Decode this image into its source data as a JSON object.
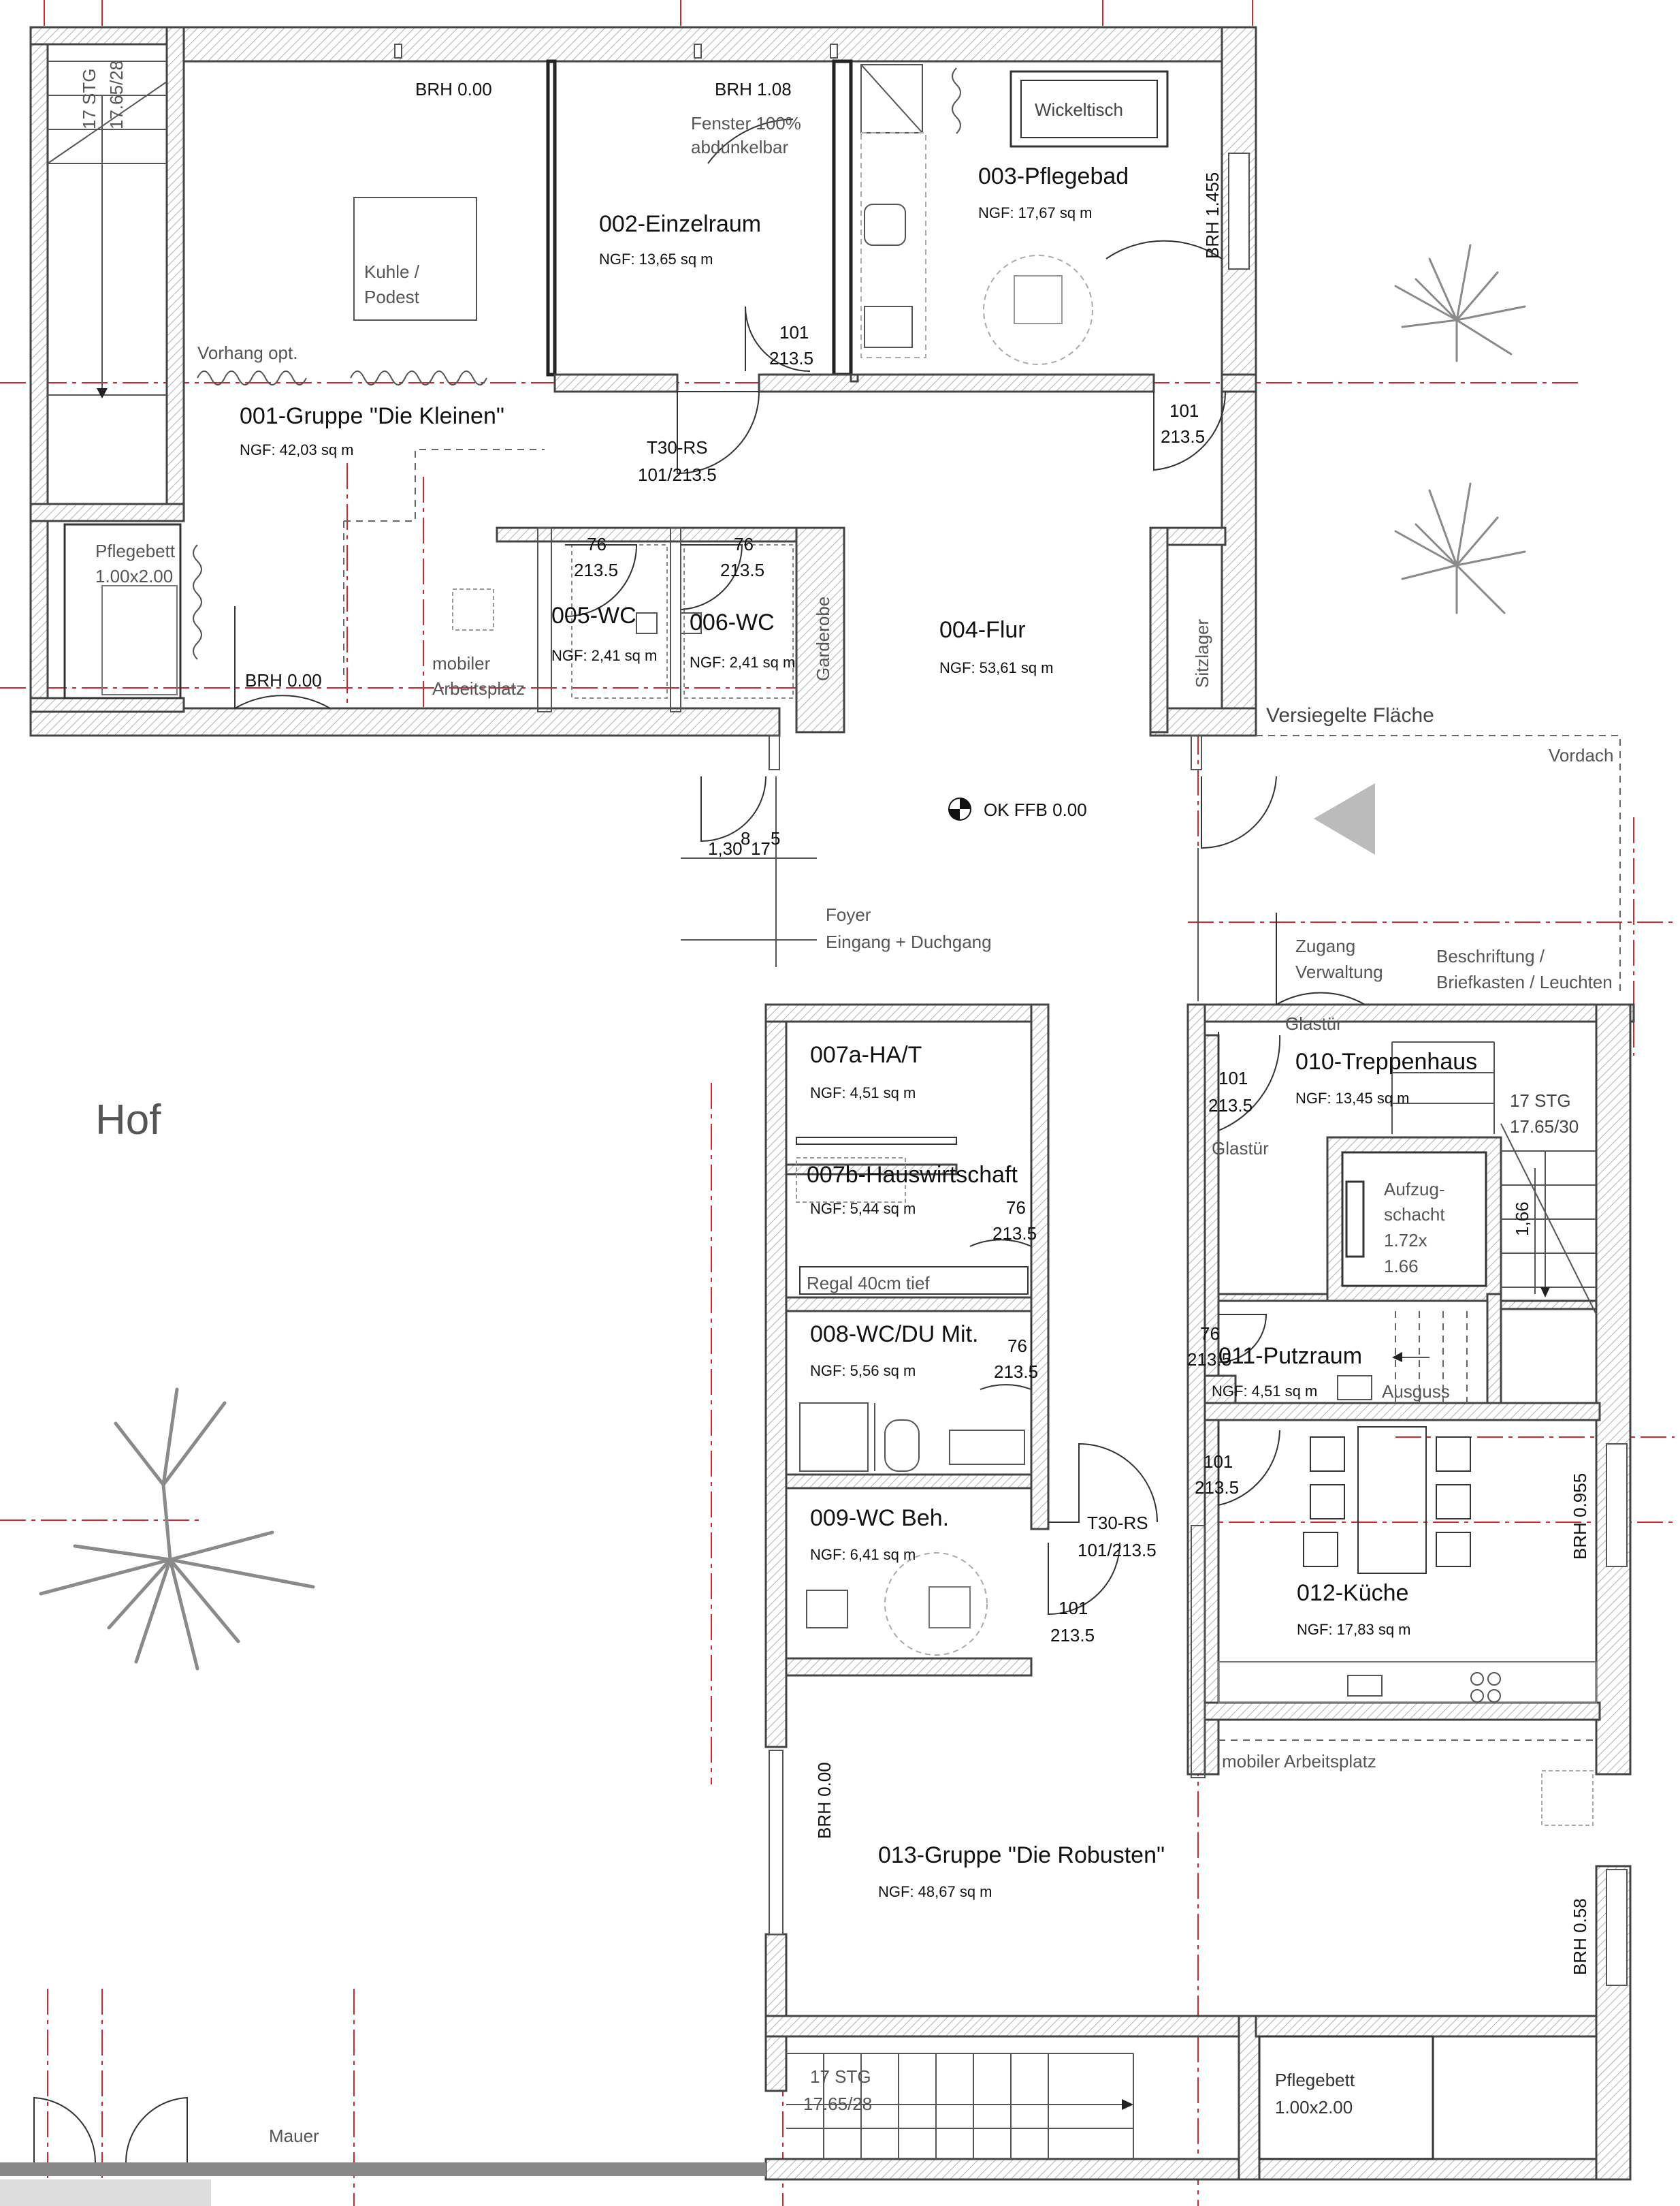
{
  "rooms": {
    "r001": {
      "name": "001-Gruppe \"Die Kleinen\"",
      "area": "NGF: 42,03 sq m"
    },
    "r002": {
      "name": "002-Einzelraum",
      "area": "NGF: 13,65 sq m"
    },
    "r003": {
      "name": "003-Pflegebad",
      "area": "NGF: 17,67 sq m"
    },
    "r004": {
      "name": "004-Flur",
      "area": "NGF: 53,61 sq m"
    },
    "r005": {
      "name": "005-WC",
      "area": "NGF: 2,41 sq m"
    },
    "r006": {
      "name": "006-WC",
      "area": "NGF: 2,41 sq m"
    },
    "r007a": {
      "name": "007a-HA/T",
      "area": "NGF: 4,51 sq m"
    },
    "r007b": {
      "name": "007b-Hauswirtschaft",
      "area": "NGF: 5,44 sq m"
    },
    "r008": {
      "name": "008-WC/DU Mit.",
      "area": "NGF: 5,56 sq m"
    },
    "r009": {
      "name": "009-WC Beh.",
      "area": "NGF: 6,41 sq m"
    },
    "r010": {
      "name": "010-Treppenhaus",
      "area": "NGF: 13,45 sq m"
    },
    "r011": {
      "name": "011-Putzraum",
      "area": "NGF: 4,51 sq m"
    },
    "r012": {
      "name": "012-Küche",
      "area": "NGF: 17,83 sq m"
    },
    "r013": {
      "name": "013-Gruppe \"Die Robusten\"",
      "area": "NGF: 48,67 sq m"
    }
  },
  "labels": {
    "hof": "Hof",
    "mauer": "Mauer",
    "versiegelte": "Versiegelte Fläche",
    "vordach": "Vordach",
    "ok_ffb": "OK FFB 0.00",
    "foyer_1": "Foyer",
    "foyer_2": "Eingang + Duchgang",
    "zugang_1": "Zugang",
    "zugang_2": "Verwaltung",
    "beschriftung_1": "Beschriftung /",
    "beschriftung_2": "Briefkasten / Leuchten",
    "glastuer_1": "Glastür",
    "glastuer_2": "Glastür",
    "vorhang": "Vorhang opt.",
    "kuhle_1": "Kuhle /",
    "kuhle_2": "Podest",
    "pflegebett_1a": "Pflegebett",
    "pflegebett_1b": "1.00x2.00",
    "pflegebett_2a": "Pflegebett",
    "pflegebett_2b": "1.00x2.00",
    "mobiler_1a": "mobiler",
    "mobiler_1b": "Arbeitsplatz",
    "mobiler_2": "mobiler Arbeitsplatz",
    "wickeltisch": "Wickeltisch",
    "fenster_1": "Fenster 100%",
    "fenster_2": "abdunkelbar",
    "garderobe": "Garderobe",
    "sitzlager": "Sitzlager",
    "regal": "Regal 40cm tief",
    "ausguss": "Ausguss",
    "aufzug_1": "Aufzug-",
    "aufzug_2": "schacht",
    "aufzug_3": "1.72x",
    "aufzug_4": "1.66",
    "stair_dim": "1,66",
    "stg_nw_1": "17 STG",
    "stg_nw_2": "17.65/28",
    "stg_e_1": "17 STG",
    "stg_e_2": "17.65/30",
    "stg_s_1": "17 STG",
    "stg_s_2": "17.65/28",
    "dim_130": "1,30",
    "dim_8": "8",
    "dim_17": "17",
    "dim_5": "5"
  },
  "brh": {
    "b1": "BRH 0.00",
    "b2": "BRH 1.08",
    "b3": "BRH 1.455",
    "b4": "BRH 0.00",
    "b5": "BRH 0.955",
    "b6": "BRH 0.00",
    "b7": "BRH 0.58"
  },
  "doors": {
    "d_t30_a_1": "T30-RS",
    "d_t30_a_2": "101/213.5",
    "d_t30_b_1": "T30-RS",
    "d_t30_b_2": "101/213.5",
    "d002_1": "101",
    "d002_2": "213.5",
    "d003_1": "101",
    "d003_2": "213.5",
    "d005_1": "76",
    "d005_2": "213.5",
    "d006_1": "76",
    "d006_2": "213.5",
    "d007_1": "76",
    "d007_2": "213.5",
    "d008_1": "76",
    "d008_2": "213.5",
    "d009_1": "101",
    "d009_2": "213.5",
    "d010_1": "101",
    "d010_2": "213.5",
    "d011_1": "76",
    "d011_2": "213.5",
    "d012_1": "101",
    "d012_2": "213.5"
  }
}
